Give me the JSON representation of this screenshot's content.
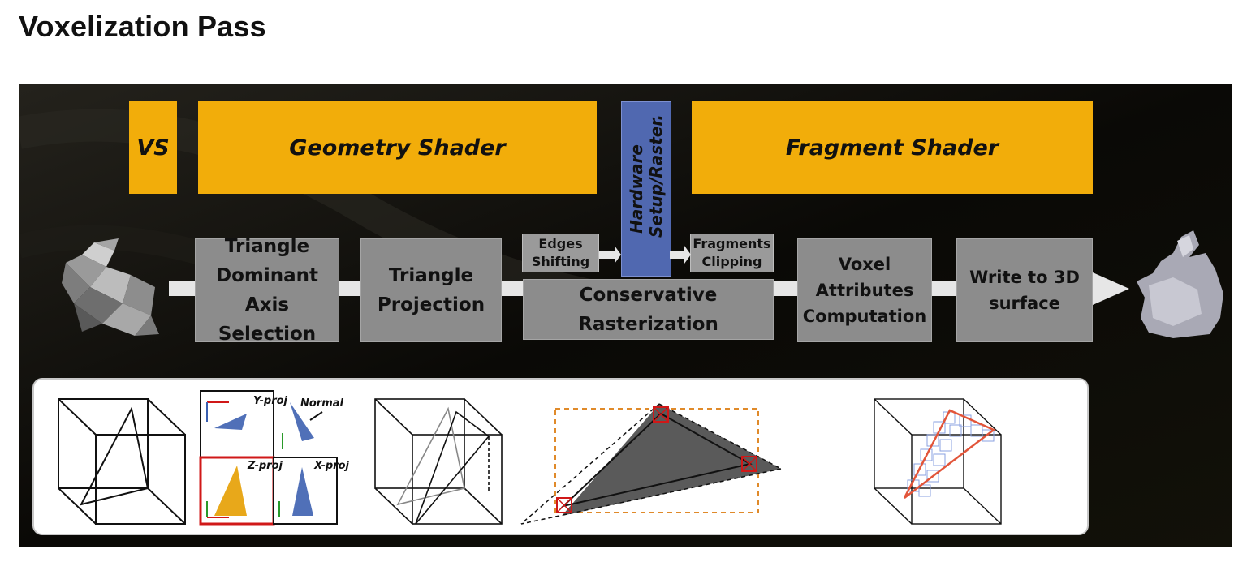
{
  "title": "Voxelization Pass",
  "stages": {
    "vs": "VS",
    "geometry_shader": "Geometry Shader",
    "hardware": "Hardware Setup/Raster.",
    "fragment_shader": "Fragment Shader"
  },
  "pipeline": {
    "triangle_dominant": "Triangle Dominant Axis Selection",
    "triangle_projection": "Triangle Projection",
    "edges_shifting": "Edges Shifting",
    "fragments_clipping": "Fragments Clipping",
    "conservative_rasterization": "Conservative Rasterization",
    "voxel_attributes": "Voxel Attributes Computation",
    "write_3d": "Write to 3D surface"
  },
  "projections": {
    "y_proj": "Y-proj",
    "normal": "Normal",
    "z_proj": "Z-proj",
    "x_proj": "X-proj"
  },
  "colors": {
    "stage": "#f2ad0a",
    "hardware": "#5068b0",
    "box": "#8c8c8c",
    "arrow": "#e6e6e6",
    "highlight": "#d01818"
  },
  "icons": [
    "bunny-lowpoly-icon",
    "bunny-voxel-icon"
  ]
}
